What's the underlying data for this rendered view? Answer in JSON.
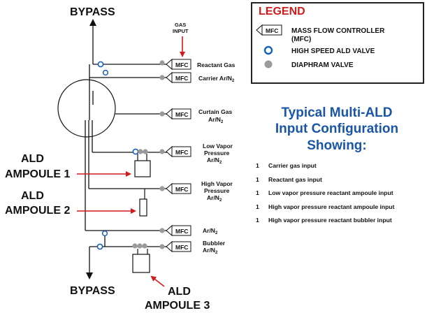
{
  "diagram": {
    "bypass_top": "BYPASS",
    "bypass_bottom": "BYPASS",
    "gas_input": [
      "GAS",
      "INPUT"
    ],
    "mfc": "MFC",
    "lines": {
      "reactant_gas": "Reactant Gas",
      "carrier_gas": [
        "Carrier Ar/N",
        "2"
      ],
      "curtain_gas": [
        "Curtain Gas",
        "Ar/N",
        "2"
      ],
      "low_vapor": [
        "Low Vapor",
        "Pressure",
        "Ar/N",
        "2"
      ],
      "high_vapor": [
        "High Vapor",
        "Pressure",
        "Ar/N",
        "2"
      ],
      "arn2": [
        "Ar/N",
        "2"
      ],
      "bubbler": [
        "Bubbler",
        "Ar/N",
        "2"
      ]
    },
    "ampoules": {
      "a1": [
        "ALD",
        "AMPOULE 1"
      ],
      "a2": [
        "ALD",
        "AMPOULE 2"
      ],
      "a3": [
        "ALD",
        "AMPOULE 3"
      ]
    },
    "colors": {
      "arrow_red": "#d11a1a",
      "valve_blue": "#1a5fb4",
      "valve_gray": "#9a9a9a",
      "title_blue": "#1a56a8"
    }
  },
  "legend": {
    "title": "LEGEND",
    "items": [
      {
        "label": [
          "MASS FLOW CONTROLLER",
          "(MFC)"
        ],
        "symbol": "mfc-symbol"
      },
      {
        "label": [
          "HIGH SPEED ALD VALVE"
        ],
        "symbol": "blue-ring-valve"
      },
      {
        "label": [
          "DIAPHRAM VALVE"
        ],
        "symbol": "gray-filled-valve"
      }
    ],
    "mfc_text": "MFC"
  },
  "heading": [
    "Typical Multi-ALD",
    "Input Configuration",
    "Showing:"
  ],
  "features": [
    {
      "count": "1",
      "text": "Carrier gas input"
    },
    {
      "count": "1",
      "text": "Reactant gas input"
    },
    {
      "count": "1",
      "text": "Low vapor pressure reactant ampoule input"
    },
    {
      "count": "1",
      "text": "High vapor pressure reactant ampoule input"
    },
    {
      "count": "1",
      "text": "High vapor pressure reactant bubbler input"
    }
  ]
}
